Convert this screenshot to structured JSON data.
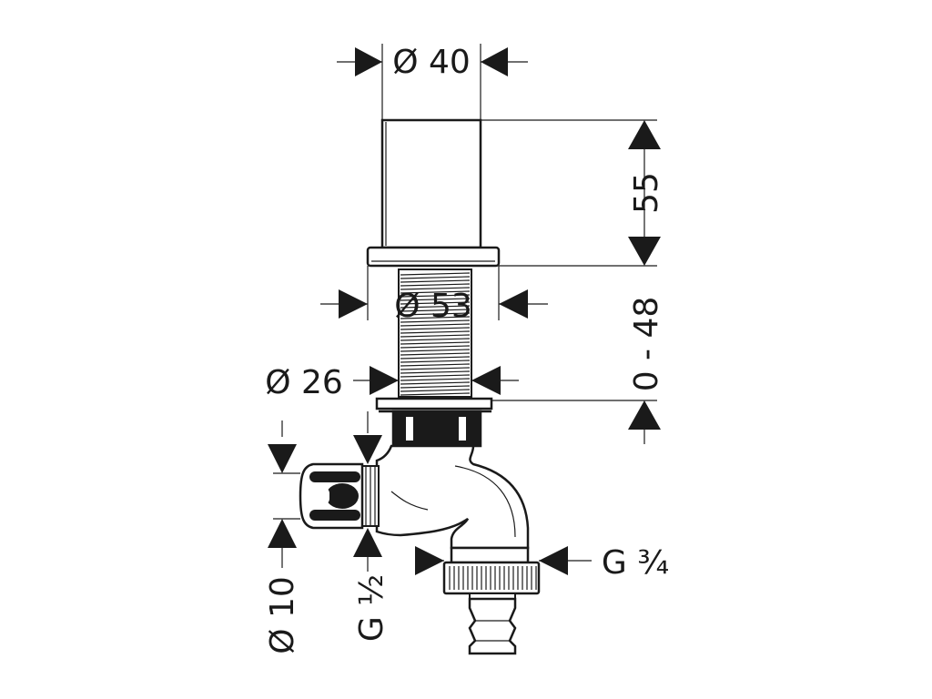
{
  "labels": {
    "dia40": "Ø 40",
    "height55": "55",
    "dia53": "Ø 53",
    "range048": "0 - 48",
    "dia26": "Ø 26",
    "g34": "G ¾",
    "g12": "G ½",
    "dia10": "Ø 10"
  },
  "colors": {
    "ink": "#1a1a1a",
    "background": "#ffffff"
  }
}
